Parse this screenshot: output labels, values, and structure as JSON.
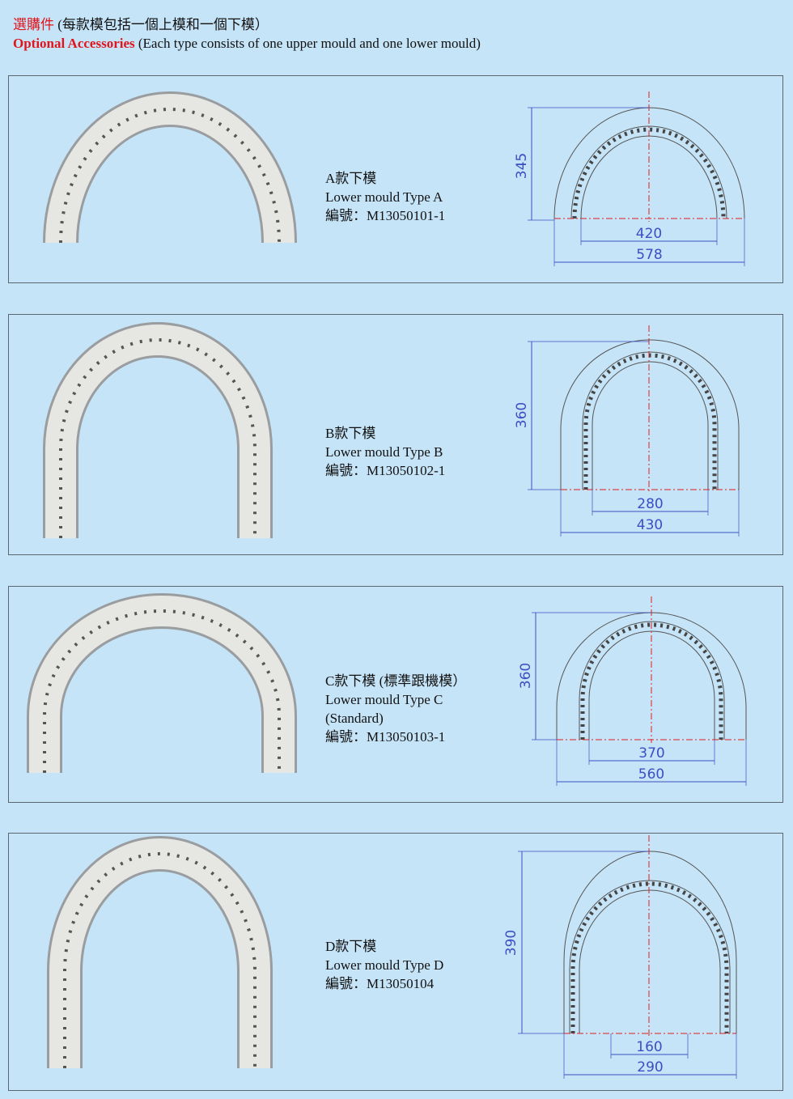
{
  "header": {
    "zh_title": "選購件",
    "zh_note": "(每款模包括一個上模和一個下模）",
    "en_title": "Optional Accessories",
    "en_note": "(Each type consists of one upper mould and one lower mould)"
  },
  "colors": {
    "accent_red": "#e0141c",
    "dimension_blue": "#3a4fc4",
    "background": "#c6e4f7"
  },
  "products": [
    {
      "zh_name": "A款下模",
      "en_name": "Lower mould Type  A",
      "en_name_2": "",
      "code": "編號：M13050101-1",
      "height": "345",
      "inner_width": "420",
      "outer_width": "578"
    },
    {
      "zh_name": "B款下模",
      "en_name": "Lower mould Type B",
      "en_name_2": "",
      "code": "編號：M13050102-1",
      "height": "360",
      "inner_width": "280",
      "outer_width": "430"
    },
    {
      "zh_name": "C款下模 (標準跟機模）",
      "en_name": "Lower mould Type C",
      "en_name_2": "(Standard)",
      "code": "編號：M13050103-1",
      "height": "360",
      "inner_width": "370",
      "outer_width": "560"
    },
    {
      "zh_name": "D款下模",
      "en_name": "Lower mould Type D",
      "en_name_2": "",
      "code": "編號：M13050104",
      "height": "390",
      "inner_width": "160",
      "outer_width": "290"
    }
  ]
}
